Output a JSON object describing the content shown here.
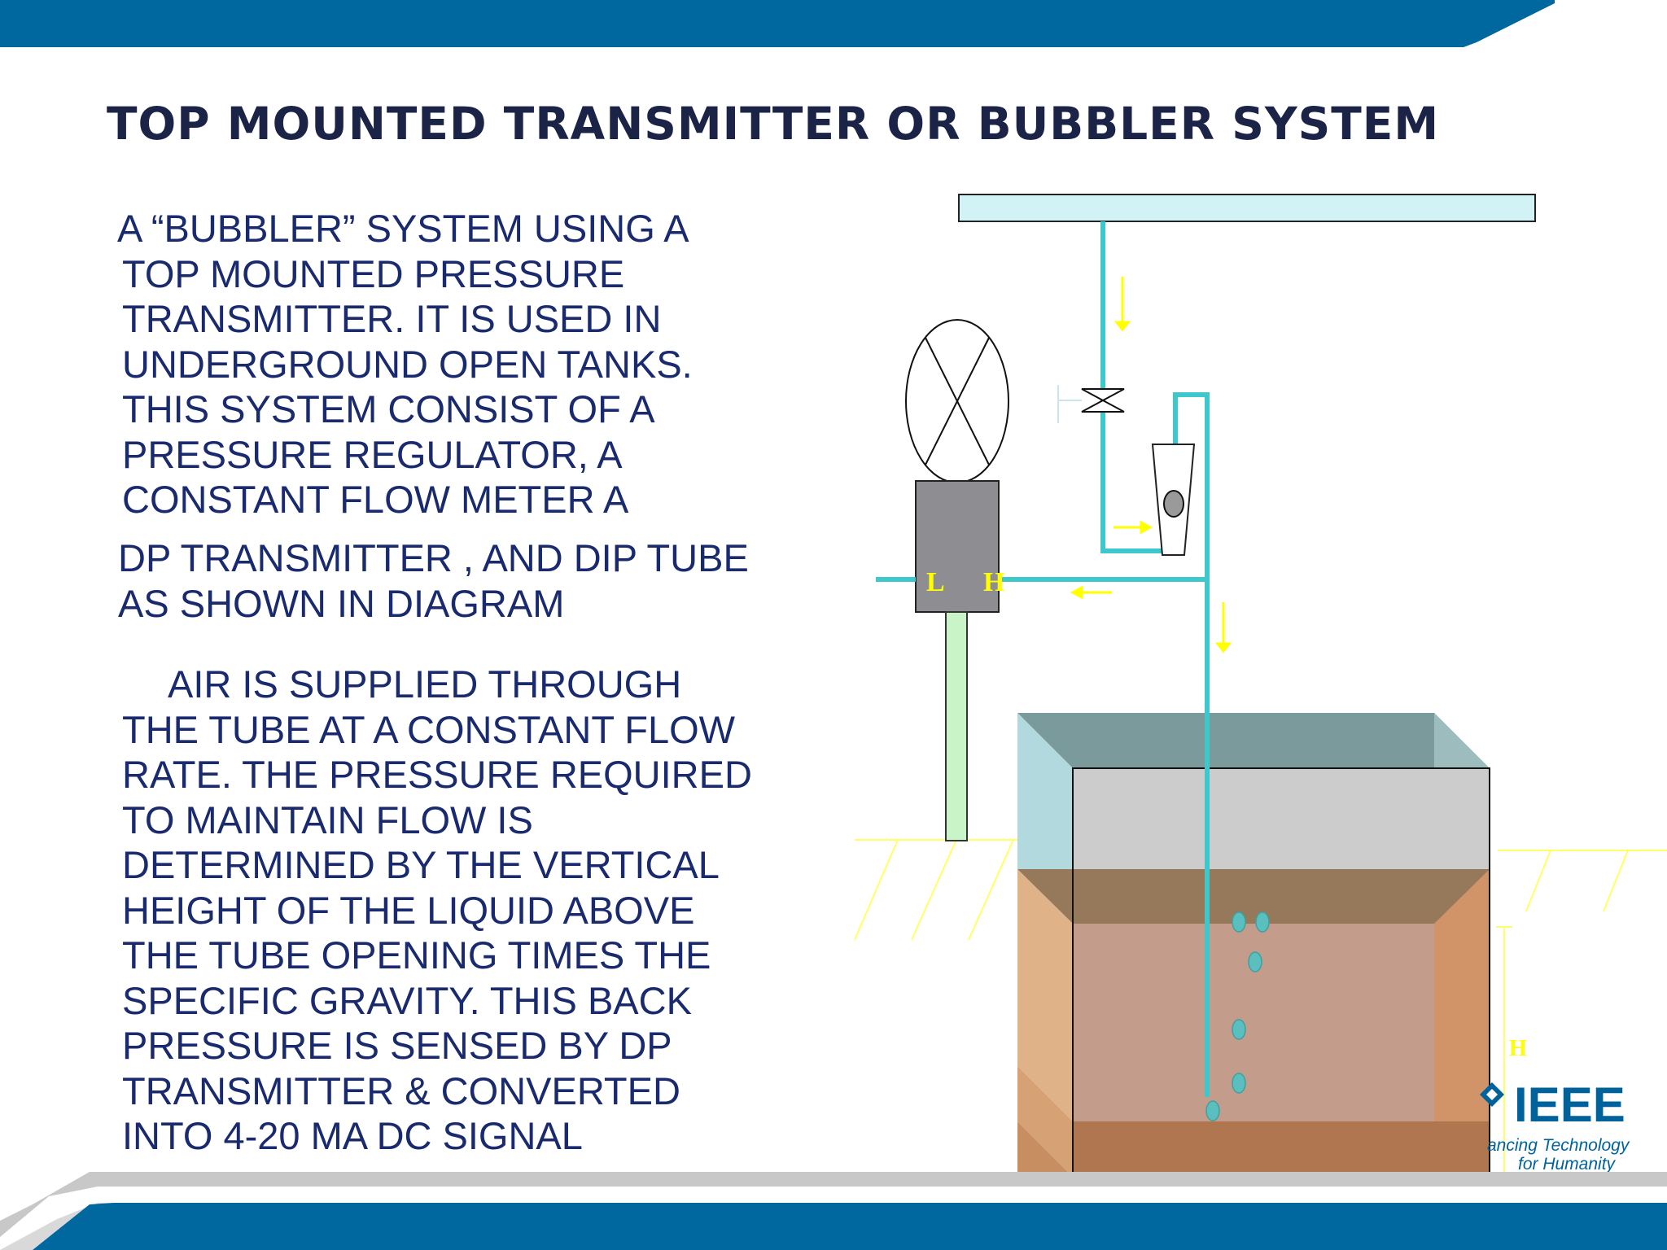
{
  "slide": {
    "title": "TOP MOUNTED TRANSMITTER OR BUBBLER SYSTEM"
  },
  "body": {
    "para1_lines": [
      "A “BUBBLER” SYSTEM USING  A",
      "TOP MOUNTED PRESSURE",
      "TRANSMITTER. IT IS USED IN",
      "UNDERGROUND OPEN TANKS.",
      "THIS SYSTEM CONSIST OF  A",
      "PRESSURE REGULATOR, A",
      "CONSTANT FLOW METER A"
    ],
    "para2_lines": [
      "DP TRANSMITTER , AND DIP TUBE",
      "AS SHOWN IN DIAGRAM"
    ],
    "para3_lines": [
      "AIR IS SUPPLIED THROUGH",
      "THE TUBE AT A CONSTANT FLOW",
      "RATE. THE PRESSURE REQUIRED",
      "TO MAINTAIN FLOW IS",
      "DETERMINED BY THE VERTICAL",
      "HEIGHT OF THE LIQUID ABOVE",
      "THE TUBE OPENING TIMES THE",
      "SPECIFIC GRAVITY. THIS BACK",
      "PRESSURE IS SENSED BY DP",
      "TRANSMITTER & CONVERTED",
      "INTO 4-20 MA DC SIGNAL"
    ]
  },
  "diagram": {
    "low_side_label": "L",
    "high_side_label": "H",
    "level_height_label": "H"
  },
  "logo": {
    "name": "IEEE",
    "tagline_line1": "ancing Technology",
    "tagline_line2": "for Humanity"
  },
  "colors": {
    "band": "#00689f",
    "title": "#1b2346",
    "body_text": "#1a2a6e",
    "pipe": "#3ec8cc",
    "flow_arrow": "#ffff00",
    "liquid": "#d7a47c",
    "tank_air": "#a6d8dc",
    "transmitter_body": "#8e8e92"
  }
}
